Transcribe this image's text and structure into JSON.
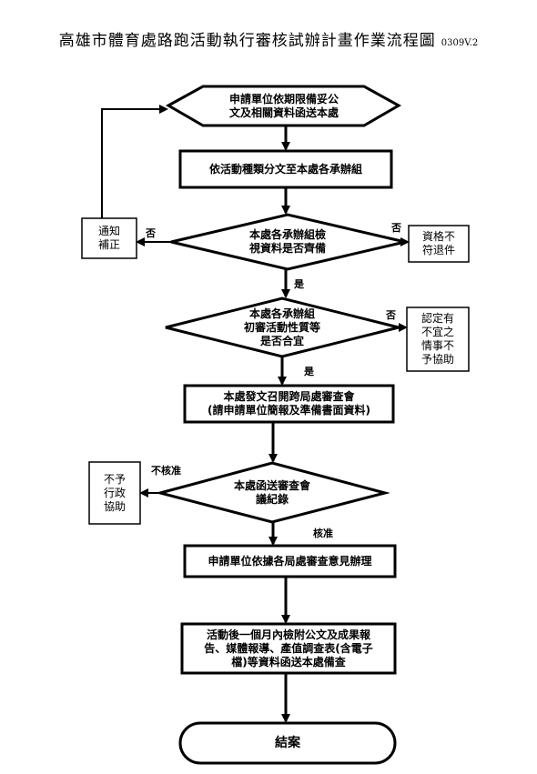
{
  "title": "高雄市體育處路跑活動執行審核試辦計畫作業流程圖",
  "version": "0309V.2",
  "nodes": {
    "n1": [
      "申請單位依期限備妥公",
      "文及相關資料函送本處"
    ],
    "n2": [
      "依活動種類分文至本處各承辦組"
    ],
    "n3": [
      "本處各承辦組檢",
      "視資料是否齊備"
    ],
    "n4": [
      "本處各承辦組",
      "初審活動性質等",
      "是否合宜"
    ],
    "n5": [
      "本處發文召開跨局處審查會",
      "(請申請單位簡報及準備書面資料)"
    ],
    "n6": [
      "本處函送審查會",
      "議紀錄"
    ],
    "n7": [
      "申請單位依據各局處審查意見辦理"
    ],
    "n8": [
      "活動後一個月內檢附公文及成果報",
      "告、媒體報導、產值調查表(含電子",
      "檔)等資料函送本處備查"
    ],
    "n9": [
      "結案"
    ]
  },
  "side_boxes": {
    "notify": [
      "通知",
      "補正"
    ],
    "reject": [
      "資格不",
      "符退件"
    ],
    "deem": [
      "認定有",
      "不宜之",
      "情事不",
      "予協助"
    ],
    "noassist": [
      "不予",
      "行政",
      "協助"
    ]
  },
  "labels": {
    "no_left": "否",
    "no_right": "否",
    "yes_1": "是",
    "no_2": "否",
    "yes_2": "是",
    "not_approved": "不核准",
    "approved": "核准"
  }
}
